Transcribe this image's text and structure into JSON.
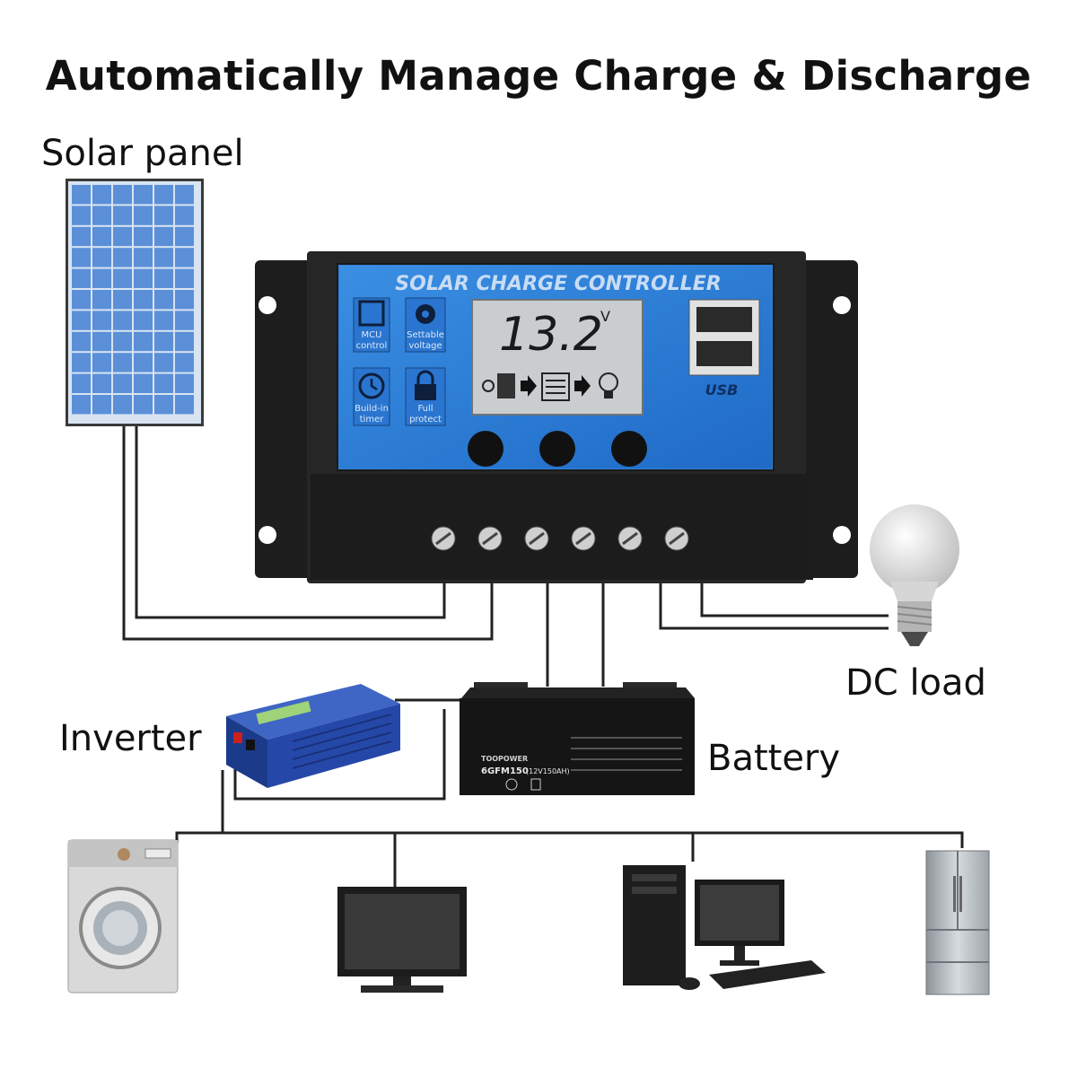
{
  "title": "Automatically Manage Charge & Discharge",
  "labels": {
    "solar_panel": "Solar panel",
    "inverter": "Inverter",
    "battery": "Battery",
    "dc_load": "DC load"
  },
  "controller": {
    "heading": "SOLAR CHARGE CONTROLLER",
    "voltage": "13.2",
    "voltage_unit": "V",
    "features": [
      {
        "label_1": "MCU",
        "label_2": "control",
        "icon": "chip-icon"
      },
      {
        "label_1": "Settable",
        "label_2": "voltage",
        "icon": "gear-icon"
      },
      {
        "label_1": "Build-in",
        "label_2": "timer",
        "icon": "clock-icon"
      },
      {
        "label_1": "Full",
        "label_2": "protect",
        "icon": "lock-icon"
      }
    ],
    "usb_label": "USB",
    "button_count": 3,
    "terminal_count": 6
  },
  "battery_text": {
    "brand": "TOOPOWER",
    "model": "6GFM150",
    "spec": "(12V150AH)"
  },
  "appliances": [
    "washing-machine-icon",
    "monitor-icon",
    "desktop-computer-icon",
    "refrigerator-icon"
  ],
  "colors": {
    "controller_face": "#2f7fd6",
    "controller_body": "#1e1e1e",
    "lcd": "#c9cdd0",
    "solar_cell": "#5b8fd8",
    "inverter": "#2548a8",
    "battery": "#151515",
    "wire": "#222222"
  }
}
